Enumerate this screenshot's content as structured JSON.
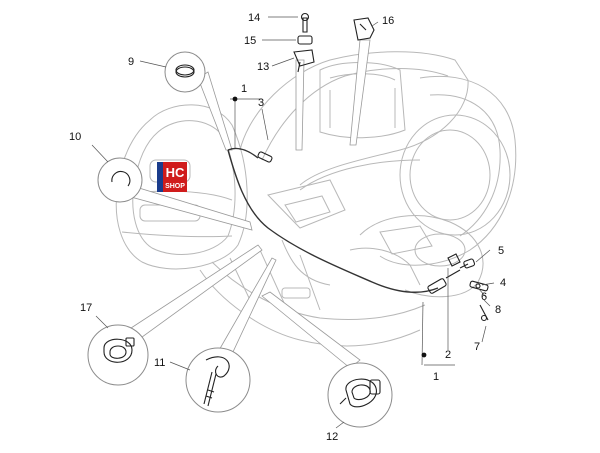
{
  "watermark": {
    "line1": "HC",
    "line2": "SHOP",
    "color": "#d01c1c"
  },
  "callouts": [
    {
      "id": "9",
      "label": "9"
    },
    {
      "id": "10",
      "label": "10"
    },
    {
      "id": "11",
      "label": "11"
    },
    {
      "id": "12",
      "label": "12"
    },
    {
      "id": "13",
      "label": "13"
    },
    {
      "id": "14",
      "label": "14"
    },
    {
      "id": "15",
      "label": "15"
    },
    {
      "id": "16",
      "label": "16"
    },
    {
      "id": "17",
      "label": "17"
    },
    {
      "id": "1a",
      "label": "1"
    },
    {
      "id": "3",
      "label": "3"
    },
    {
      "id": "5",
      "label": "5"
    },
    {
      "id": "4",
      "label": "4"
    },
    {
      "id": "6",
      "label": "6"
    },
    {
      "id": "8",
      "label": "8"
    },
    {
      "id": "7",
      "label": "7"
    },
    {
      "id": "2",
      "label": "2"
    },
    {
      "id": "1b",
      "label": "1"
    }
  ]
}
